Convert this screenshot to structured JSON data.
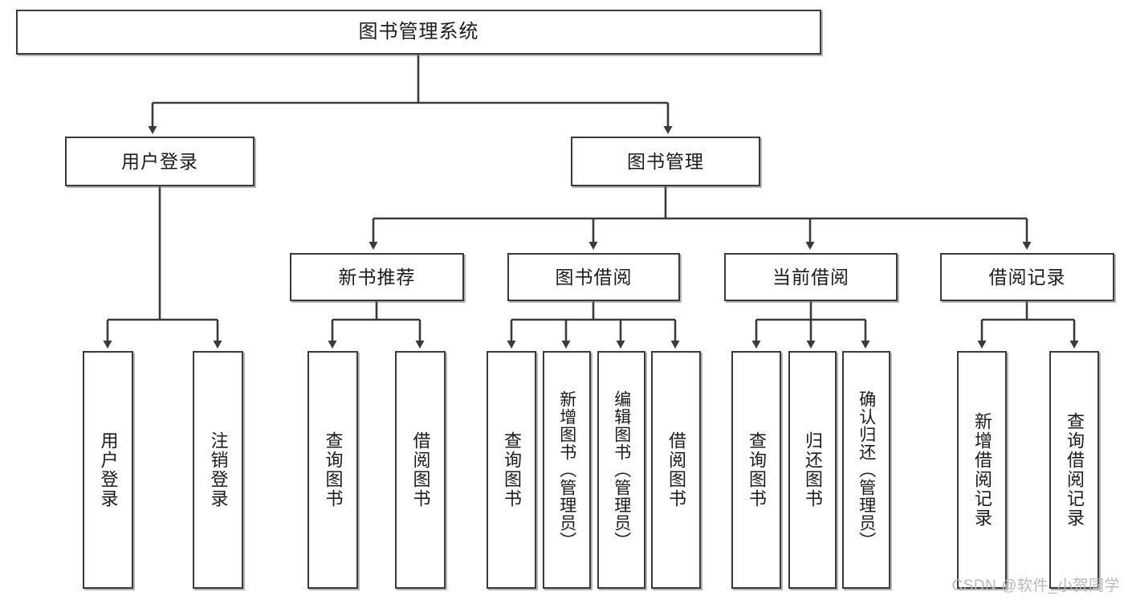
{
  "diagram": {
    "title": "图书管理系统",
    "type": "tree-hierarchy",
    "root": {
      "label": "图书管理系统"
    },
    "level2": [
      {
        "label": "用户登录"
      },
      {
        "label": "图书管理"
      }
    ],
    "level3": [
      {
        "label": "新书推荐"
      },
      {
        "label": "图书借阅"
      },
      {
        "label": "当前借阅"
      },
      {
        "label": "借阅记录"
      }
    ],
    "leaves": {
      "user_login": [
        "用户登录",
        "注销登录"
      ],
      "new_book_recommend": [
        "查询图书",
        "借阅图书"
      ],
      "book_borrow": [
        "查询图书",
        "新增图书（管理员）",
        "编辑图书（管理员）",
        "借阅图书"
      ],
      "current_borrow": [
        "查询图书",
        "归还图书",
        "确认归还（管理员）"
      ],
      "borrow_record": [
        "新增借阅记录",
        "查询借阅记录"
      ]
    }
  },
  "watermark": {
    "text": "CSDN @软件_小贺同学"
  },
  "colors": {
    "stroke": "#3a3a3a",
    "fill": "#ffffff",
    "text": "#1b1b1b",
    "watermark": "#b9b9b9"
  }
}
